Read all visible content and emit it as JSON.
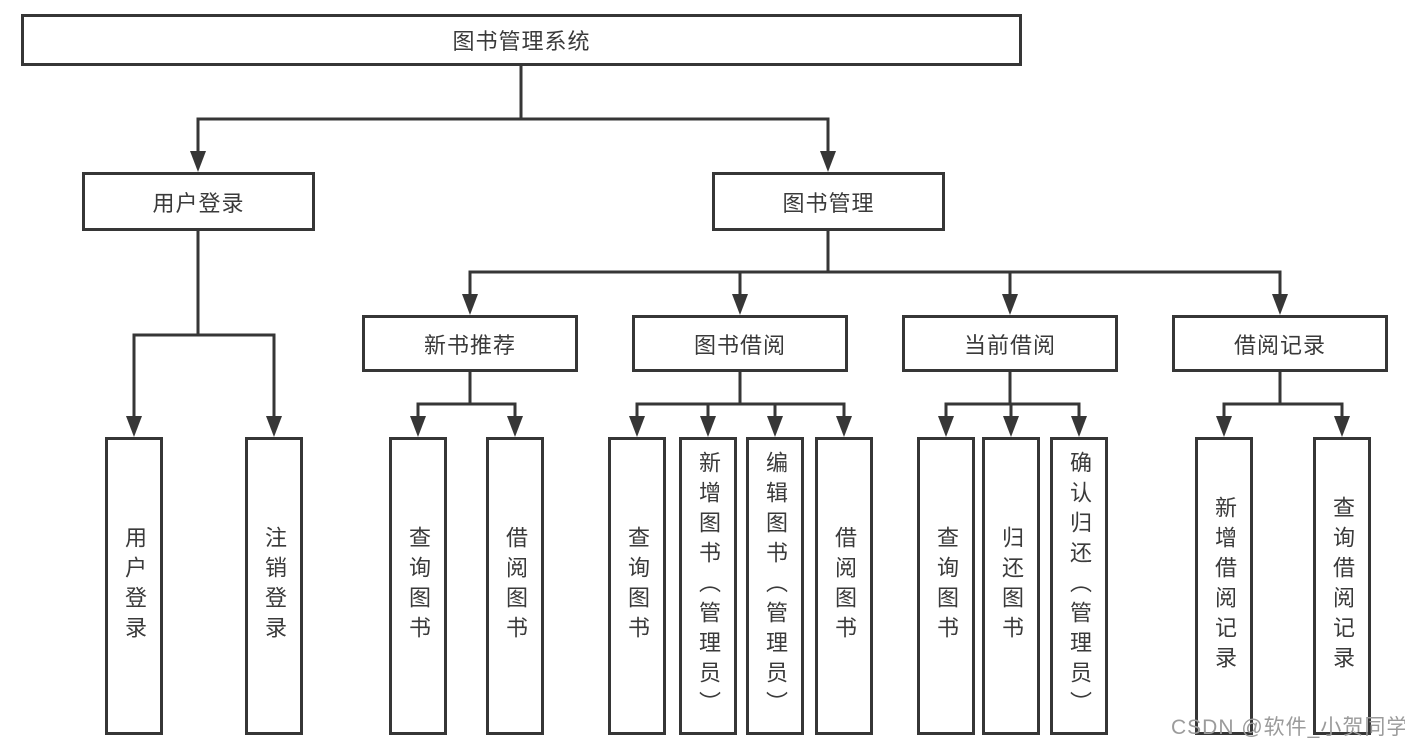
{
  "colors": {
    "line": "#363636",
    "text": "#3a3a3a",
    "watermark_color": "#9b9b9b",
    "background": "#ffffff"
  },
  "watermark": {
    "text": "CSDN @软件_小贺同学"
  },
  "diagram": {
    "title": "图书管理系统",
    "children": [
      {
        "label": "用户登录",
        "children": [
          {
            "label": "用户登录"
          },
          {
            "label": "注销登录"
          }
        ]
      },
      {
        "label": "图书管理",
        "children": [
          {
            "label": "新书推荐",
            "children": [
              {
                "label": "查询图书"
              },
              {
                "label": "借阅图书"
              }
            ]
          },
          {
            "label": "图书借阅",
            "children": [
              {
                "label": "查询图书"
              },
              {
                "label": "新增图书（管理员）"
              },
              {
                "label": "编辑图书（管理员）"
              },
              {
                "label": "借阅图书"
              }
            ]
          },
          {
            "label": "当前借阅",
            "children": [
              {
                "label": "查询图书"
              },
              {
                "label": "归还图书"
              },
              {
                "label": "确认归还（管理员）"
              }
            ]
          },
          {
            "label": "借阅记录",
            "children": [
              {
                "label": "新增借阅记录"
              },
              {
                "label": "查询借阅记录"
              }
            ]
          }
        ]
      }
    ]
  }
}
